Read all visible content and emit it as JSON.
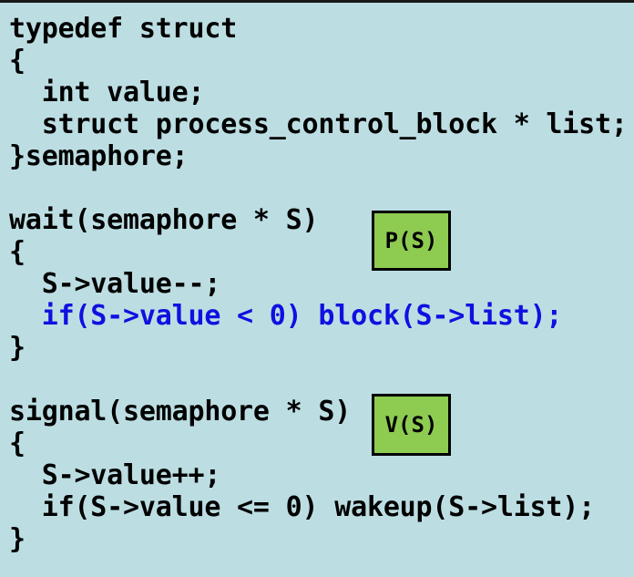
{
  "slide": {
    "background_color": "#bcdee3",
    "top_rule_color": "#181818"
  },
  "code": {
    "language": "c",
    "default_color": "#000000",
    "highlight_color": "#1010e0",
    "lines": [
      {
        "text": "typedef struct",
        "color": "black"
      },
      {
        "text": "{",
        "color": "black"
      },
      {
        "text": "  int value;",
        "color": "black"
      },
      {
        "text": "  struct process_control_block * list;",
        "color": "black"
      },
      {
        "text": "}semaphore;",
        "color": "black"
      },
      {
        "text": "",
        "color": "black"
      },
      {
        "text": "wait(semaphore * S)",
        "color": "black"
      },
      {
        "text": "{",
        "color": "black"
      },
      {
        "text": "  S->value--;",
        "color": "black"
      },
      {
        "text": "  if(S->value < 0) block(S->list);",
        "color": "blue"
      },
      {
        "text": "}",
        "color": "black"
      },
      {
        "text": "",
        "color": "black"
      },
      {
        "text": "signal(semaphore * S)",
        "color": "black"
      },
      {
        "text": "{",
        "color": "black"
      },
      {
        "text": "  S->value++;",
        "color": "black"
      },
      {
        "text": "  if(S->value <= 0) wakeup(S->list);",
        "color": "black"
      },
      {
        "text": "}",
        "color": "black"
      }
    ]
  },
  "callouts": {
    "wait_alias": "P(S)",
    "signal_alias": "V(S)",
    "fill_color": "#8ecb51",
    "border_color": "#000000"
  }
}
